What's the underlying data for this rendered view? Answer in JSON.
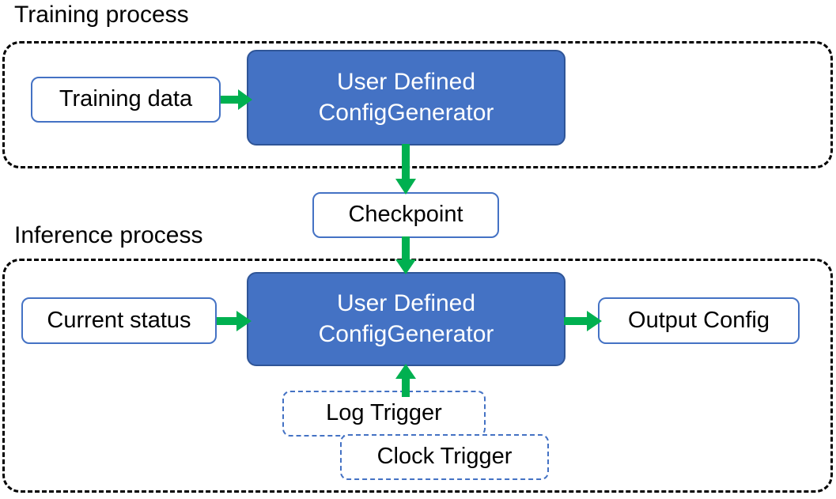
{
  "diagram": {
    "title_training": "Training process",
    "title_inference": "Inference process",
    "colors": {
      "process_fill": "#4472C4",
      "process_border": "#2F5597",
      "node_border": "#4472C4",
      "arrow_green": "#00B050",
      "group_border": "#000000",
      "text_dark": "#000000",
      "text_light": "#FFFFFF",
      "background": "#FFFFFF"
    },
    "training_section": {
      "heading": "Training process",
      "nodes": {
        "training_data": "Training data",
        "processor_line1": "User Defined",
        "processor_line2": "ConfigGenerator"
      }
    },
    "bridge": {
      "checkpoint": "Checkpoint"
    },
    "inference_section": {
      "heading": "Inference process",
      "nodes": {
        "current_status": "Current status",
        "processor_line1": "User Defined",
        "processor_line2": "ConfigGenerator",
        "output_config": "Output Config",
        "log_trigger": "Log Trigger",
        "clock_trigger": "Clock Trigger"
      }
    },
    "edges": [
      {
        "id": "training-data-to-processor",
        "from": "Training data",
        "to": "User Defined ConfigGenerator",
        "direction": "right"
      },
      {
        "id": "processor-to-checkpoint",
        "from": "User Defined ConfigGenerator",
        "to": "Checkpoint",
        "direction": "down"
      },
      {
        "id": "checkpoint-to-processor",
        "from": "Checkpoint",
        "to": "User Defined ConfigGenerator",
        "direction": "down"
      },
      {
        "id": "current-status-to-processor",
        "from": "Current status",
        "to": "User Defined ConfigGenerator",
        "direction": "right"
      },
      {
        "id": "processor-to-output-config",
        "from": "User Defined ConfigGenerator",
        "to": "Output Config",
        "direction": "right"
      },
      {
        "id": "triggers-to-processor",
        "from": "Log Trigger / Clock Trigger",
        "to": "User Defined ConfigGenerator",
        "direction": "up"
      }
    ]
  }
}
